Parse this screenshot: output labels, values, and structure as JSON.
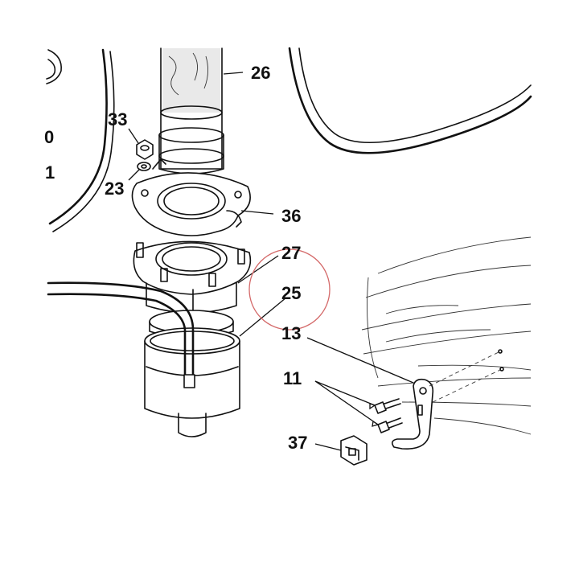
{
  "callouts": {
    "c26": "26",
    "c33": "33",
    "c23": "23",
    "c36": "36",
    "c27": "27",
    "c25": "25",
    "c13": "13",
    "c11": "11",
    "c37": "37"
  },
  "edge_labels": {
    "e0": "0",
    "e1": "1"
  },
  "colors": {
    "line": "#111111",
    "highlight_circle": "#d46a6a"
  }
}
